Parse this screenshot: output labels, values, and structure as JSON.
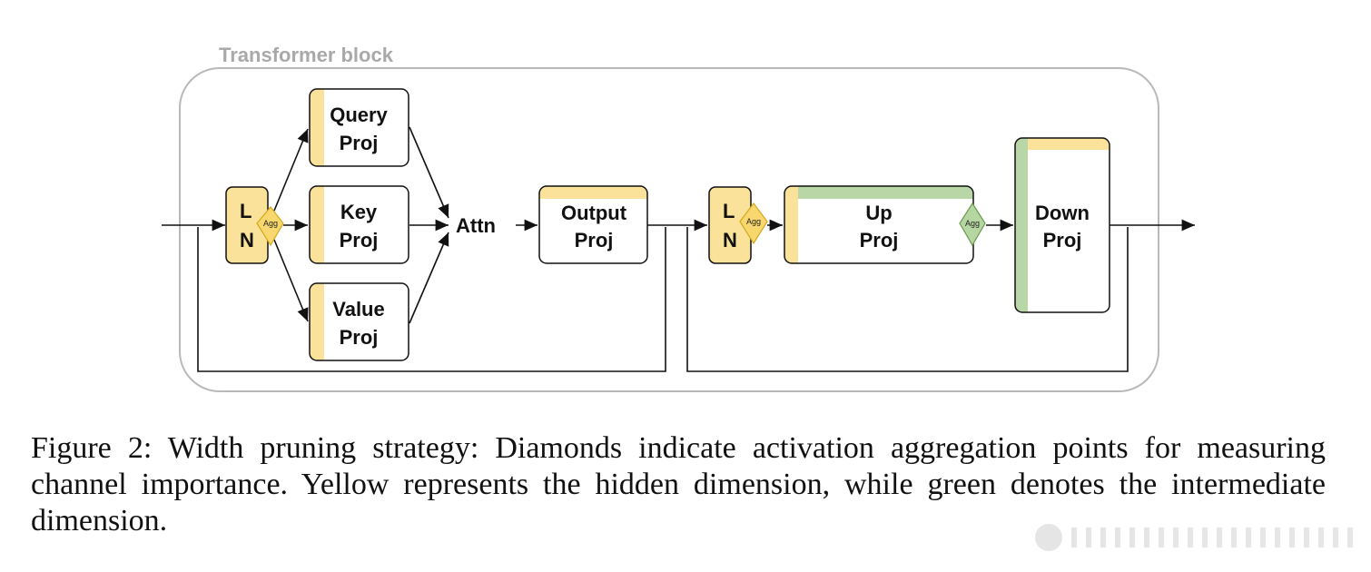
{
  "diagram": {
    "block_title": "Transformer block",
    "ln1": {
      "line1": "L",
      "line2": "N",
      "agg": "Agg"
    },
    "query": {
      "line1": "Query",
      "line2": "Proj"
    },
    "key": {
      "line1": "Key",
      "line2": "Proj"
    },
    "value": {
      "line1": "Value",
      "line2": "Proj"
    },
    "attn": "Attn",
    "output": {
      "line1": "Output",
      "line2": "Proj"
    },
    "ln2": {
      "line1": "L",
      "line2": "N",
      "agg": "Agg"
    },
    "up": {
      "line1": "Up",
      "line2": "Proj",
      "agg": "Agg"
    },
    "down": {
      "line1": "Down",
      "line2": "Proj"
    }
  },
  "colors": {
    "hidden_dimension": "#fbe29a",
    "intermediate_dimension": "#b9d7a6",
    "ln_fill": "#fbe29a",
    "diamond_yellow": "#f8d86e",
    "diamond_green": "#b5d6a0"
  },
  "caption": "Figure 2:   Width pruning strategy: Diamonds indicate activation aggregation points for measuring channel importance.  Yellow represents the hidden dimension, while green denotes the intermediate dimension."
}
